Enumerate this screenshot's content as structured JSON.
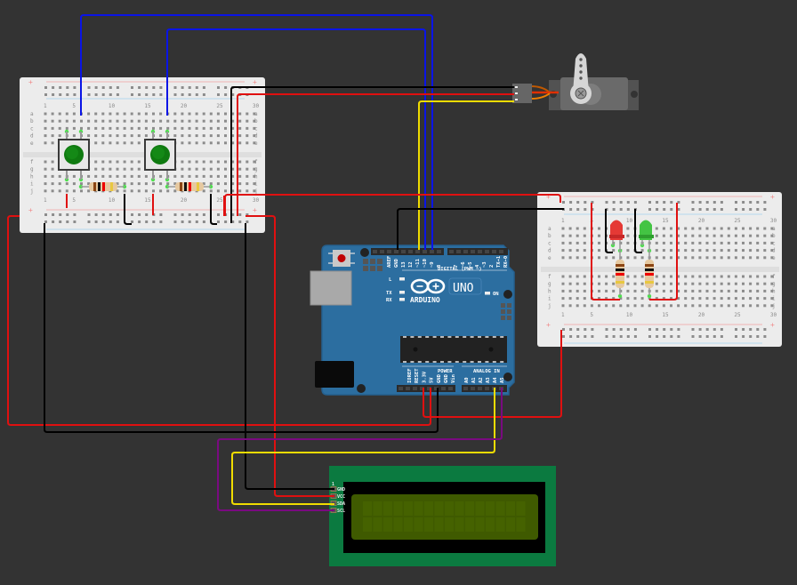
{
  "canvas": {
    "background": "#333333"
  },
  "breadboards": [
    {
      "id": "breadboard-left",
      "column_labels": [
        "1",
        "5",
        "10",
        "15",
        "20",
        "25",
        "30"
      ],
      "row_labels_top": [
        "a",
        "b",
        "c",
        "d",
        "e"
      ],
      "row_labels_bottom": [
        "f",
        "g",
        "h",
        "i",
        "j"
      ],
      "rail_plus": "+",
      "rail_minus": "-"
    },
    {
      "id": "breadboard-right",
      "column_labels": [
        "1",
        "5",
        "10",
        "15",
        "20",
        "25",
        "30"
      ],
      "row_labels_top": [
        "a",
        "b",
        "c",
        "d",
        "e"
      ],
      "row_labels_bottom": [
        "f",
        "g",
        "h",
        "i",
        "j"
      ],
      "rail_plus": "+",
      "rail_minus": "-"
    }
  ],
  "arduino": {
    "brand": "ARDUINO",
    "model": "UNO",
    "digital_header_label": "DIGITAL (PWM ~)",
    "digital_pins": [
      "AREF",
      "GND",
      "13",
      "12",
      "~11",
      "~10",
      "~9",
      "8",
      "7",
      "~6",
      "~5",
      "4",
      "~3",
      "2",
      "TX→1",
      "RX←0"
    ],
    "power_header_label": "POWER",
    "power_pins": [
      "IOREF",
      "RESET",
      "3.3V",
      "5V",
      "GND",
      "GND",
      "Vin"
    ],
    "analog_header_label": "ANALOG IN",
    "analog_pins": [
      "A0",
      "A1",
      "A2",
      "A3",
      "A4",
      "A5"
    ],
    "led_labels": {
      "l": "L",
      "tx": "TX",
      "rx": "RX",
      "on": "ON"
    },
    "colors": {
      "board": "#2c6ea0",
      "edge": "#25608f"
    }
  },
  "lcd": {
    "pin_number_marker": "1",
    "pins": [
      "GND",
      "VCC",
      "SDA",
      "SCL"
    ],
    "colors": {
      "pcb": "#0b7a40",
      "bezel": "#000000",
      "screen": "#3f5a00"
    }
  },
  "components": {
    "pushbuttons": [
      {
        "label": "pushbutton-1",
        "cap_color": "#0f7a10"
      },
      {
        "label": "pushbutton-2",
        "cap_color": "#0f7a10"
      }
    ],
    "leds": [
      {
        "label": "red-led",
        "color": "#e53935"
      },
      {
        "label": "green-led",
        "color": "#43c443"
      }
    ],
    "servo": {
      "label": "servo-motor"
    }
  },
  "wire_colors": {
    "signal_blue": "#0a14e6",
    "power_red": "#e01010",
    "ground_black": "#000000",
    "signal_yellow": "#f0dc00",
    "i2c_purple": "#7a0a80"
  }
}
